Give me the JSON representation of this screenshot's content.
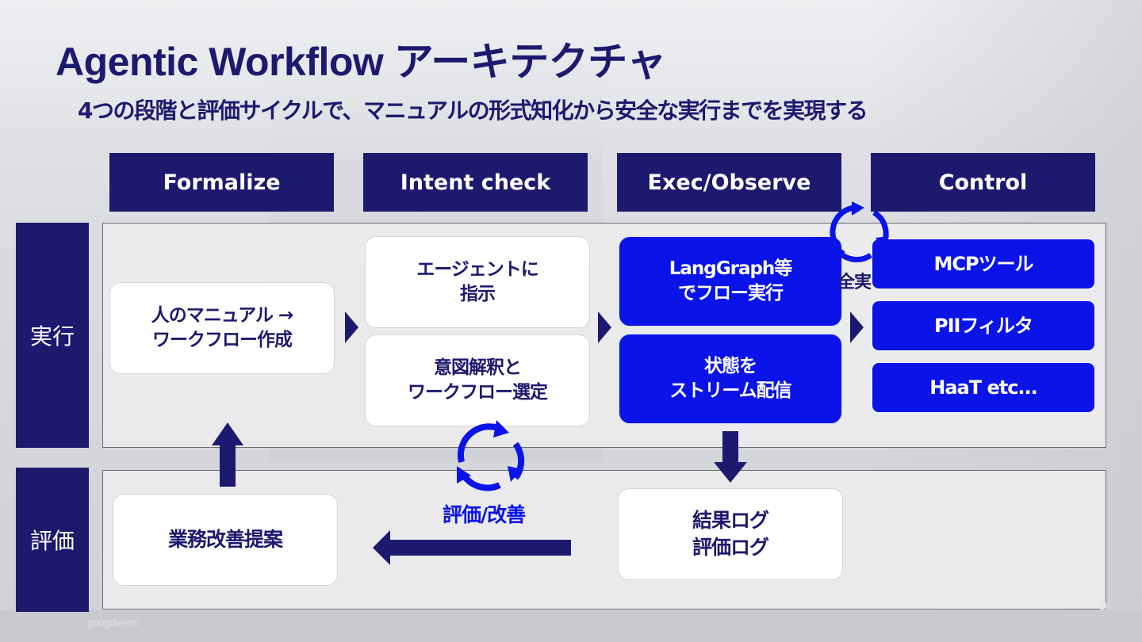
{
  "slide": {
    "title": "Agentic Workflow アーキテクチャ",
    "subtitle": "4つの段階と評価サイクルで、マニュアルの形式知化から安全な実行までを実現する"
  },
  "columns": [
    {
      "label": "Formalize"
    },
    {
      "label": "Intent check"
    },
    {
      "label": "Exec/Observe"
    },
    {
      "label": "Control"
    }
  ],
  "rows": {
    "execute": {
      "label": "実行"
    },
    "evaluate": {
      "label": "評価"
    }
  },
  "cards": {
    "manual_to_workflow": "人のマニュアル →\nワークフロー作成",
    "instruct_agent": "エージェントに\n指示",
    "intent_selection": "意図解釈と\nワークフロー選定",
    "langgraph_exec": "LangGraph等\nでフロー実行",
    "state_stream": "状態を\nストリーム配信",
    "result_logs": "結果ログ\n評価ログ",
    "improvement": "業務改善提案"
  },
  "control_tools": [
    "MCPツール",
    "PIIフィルタ",
    "HaaT  etc..."
  ],
  "labels": {
    "eval_cycle": "評価/改善",
    "safety_partial": "全実"
  },
  "footer": {
    "company": "gdogde-inc",
    "page_number": "20"
  },
  "colors": {
    "navy": "#1c1a6e",
    "blue": "#0a14e8"
  }
}
